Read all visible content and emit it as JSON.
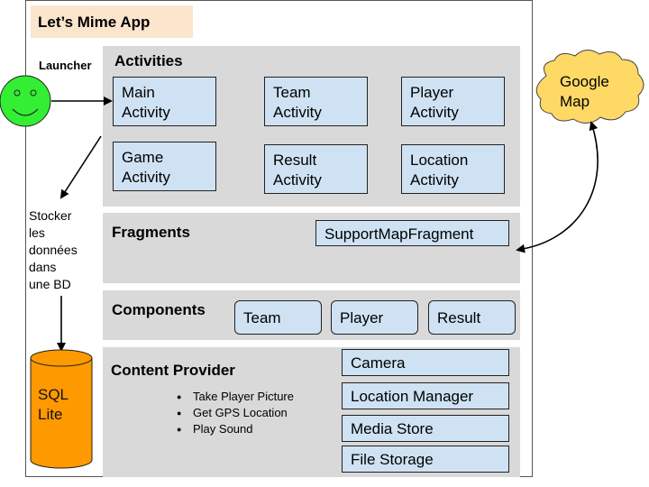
{
  "app": {
    "title": "Let’s Mime App"
  },
  "launcher": {
    "label": "Launcher"
  },
  "storage": {
    "caption_lines": [
      "Stocker",
      "les",
      "données",
      "dans",
      "une BD"
    ]
  },
  "database": {
    "lines": [
      "SQL",
      "Lite"
    ]
  },
  "external": {
    "lines": [
      "Google",
      "Map"
    ]
  },
  "activities": {
    "title": "Activities",
    "items": [
      {
        "line1": "Main",
        "line2": "Activity"
      },
      {
        "line1": "Team",
        "line2": "Activity"
      },
      {
        "line1": "Player",
        "line2": "Activity"
      },
      {
        "line1": "Game",
        "line2": "Activity"
      },
      {
        "line1": "Result",
        "line2": "Activity"
      },
      {
        "line1": "Location",
        "line2": "Activity"
      }
    ]
  },
  "fragments": {
    "title": "Fragments",
    "items": [
      "SupportMapFragment"
    ]
  },
  "components": {
    "title": "Components",
    "items": [
      "Team",
      "Player",
      "Result"
    ]
  },
  "content_provider": {
    "title": "Content Provider",
    "bullets": [
      "Take Player Picture",
      "Get GPS Location",
      "Play Sound"
    ],
    "items": [
      "Camera",
      "Location Manager",
      "Media Store",
      "File Storage"
    ]
  },
  "colors": {
    "title_bg": "#fce5cd",
    "section_bg": "#d9d9d9",
    "box_bg": "#cfe2f3",
    "smiley": "#33ee33",
    "database": "#ff9900",
    "cloud": "#ffd966"
  }
}
